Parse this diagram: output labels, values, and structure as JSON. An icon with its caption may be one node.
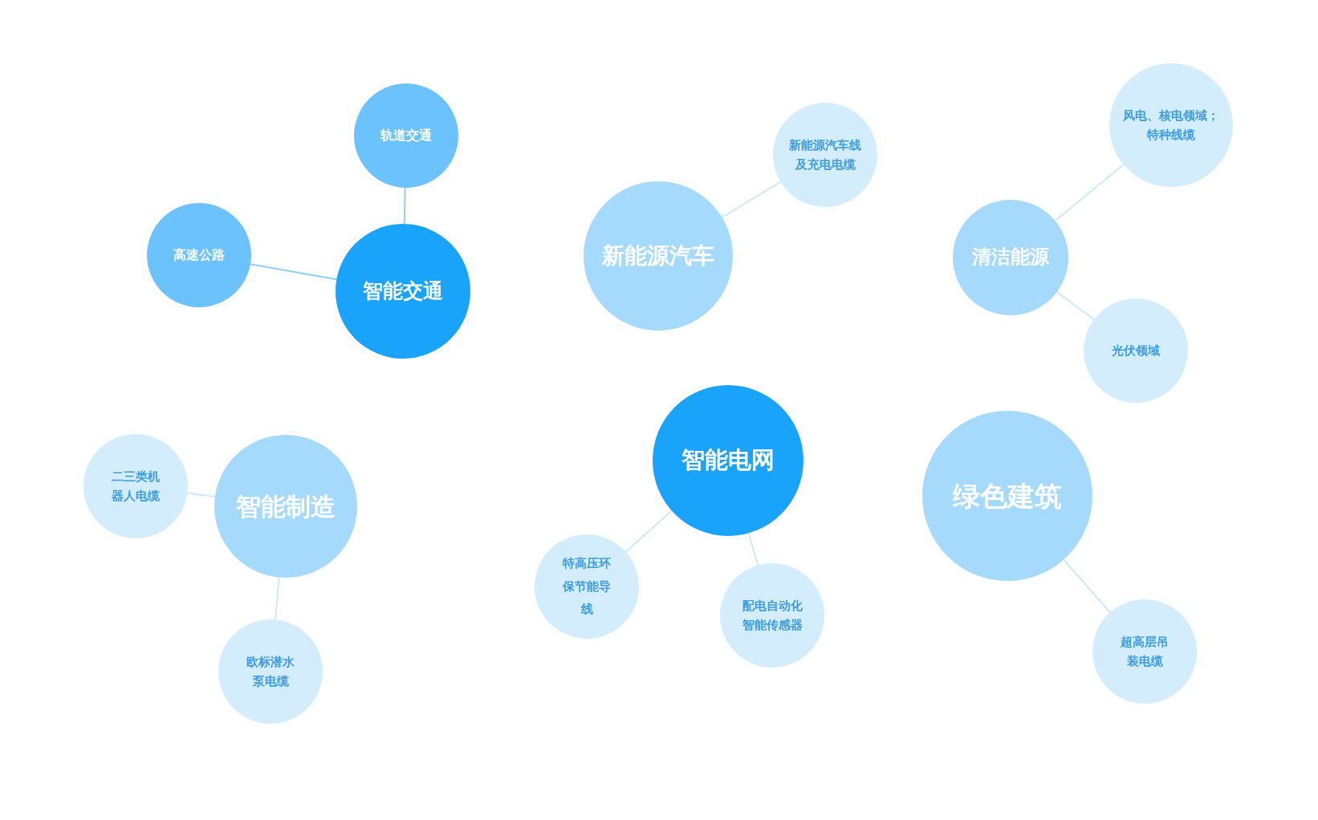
{
  "diagram": {
    "nodes": [
      {
        "text": [
          "智能交通"
        ]
      },
      {
        "text": [
          "轨道交通"
        ]
      },
      {
        "text": [
          "高速公路"
        ]
      },
      {
        "text": [
          "新能源汽车"
        ]
      },
      {
        "text": [
          "新能源汽车线及充电电缆"
        ]
      },
      {
        "text": [
          "清洁能源"
        ]
      },
      {
        "text": [
          "风电、核电领域；特种线缆"
        ]
      },
      {
        "text": [
          "光伏领域"
        ]
      },
      {
        "text": [
          "智能制造"
        ]
      },
      {
        "text": [
          "二三类机器人电缆"
        ]
      },
      {
        "text": [
          "欧标潜水泵电缆"
        ]
      },
      {
        "text": [
          "智能电网"
        ]
      },
      {
        "text": [
          "特高压环保节能导线"
        ]
      },
      {
        "text": [
          "配电自动化智能传感器"
        ]
      },
      {
        "text": [
          "绿色建筑"
        ]
      },
      {
        "text": [
          "超高层吊装电缆"
        ]
      }
    ],
    "edges": [
      {
        "from": 0,
        "to": 1,
        "arrow": "none",
        "color": "#8fd0f8"
      },
      {
        "from": 0,
        "to": 2,
        "arrow": "none",
        "color": "#8fd0f8"
      },
      {
        "from": 3,
        "to": 4,
        "arrow": "none"
      },
      {
        "from": 5,
        "to": 6,
        "arrow": "none"
      },
      {
        "from": 5,
        "to": 7,
        "arrow": "none"
      },
      {
        "from": 8,
        "to": 9,
        "arrow": "none"
      },
      {
        "from": 8,
        "to": 10,
        "arrow": "none"
      },
      {
        "from": 11,
        "to": 12,
        "arrow": "none"
      },
      {
        "from": 11,
        "to": 13,
        "arrow": "none"
      },
      {
        "from": 14,
        "to": 15,
        "arrow": "none"
      }
    ]
  }
}
